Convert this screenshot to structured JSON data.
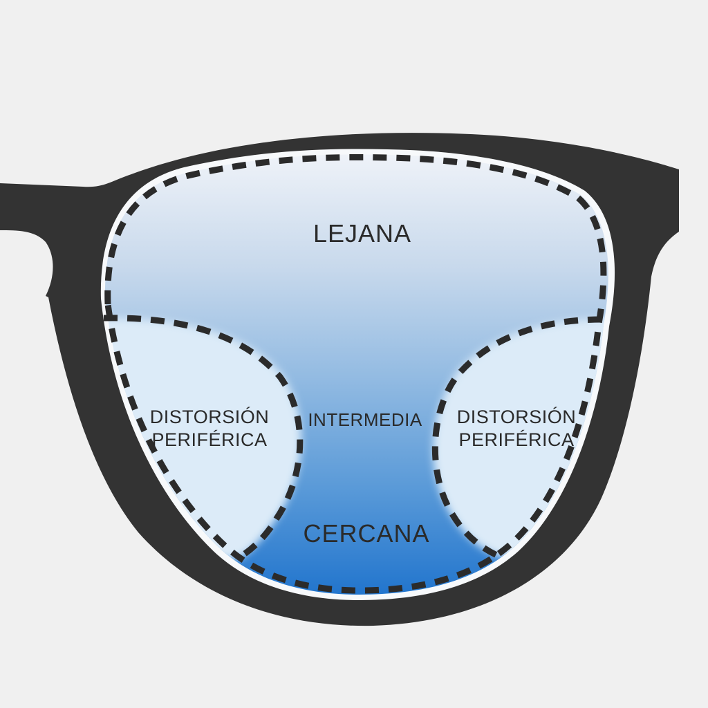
{
  "diagram": {
    "zones": {
      "far": "LEJANA",
      "intermediate": "INTERMEDIA",
      "near": "CERCANA",
      "peripheral_left": [
        "DISTORSIÓN",
        "PERIFÉRICA"
      ],
      "peripheral_right": [
        "DISTORSIÓN",
        "PERIFÉRICA"
      ]
    },
    "colors": {
      "background": "#f0f0f0",
      "frame": "#333333",
      "lens_top": "#e8eef6",
      "lens_bottom": "#2278cf",
      "distortion_zone": "#dcebf8",
      "dashes": "#2b2b2b"
    }
  }
}
